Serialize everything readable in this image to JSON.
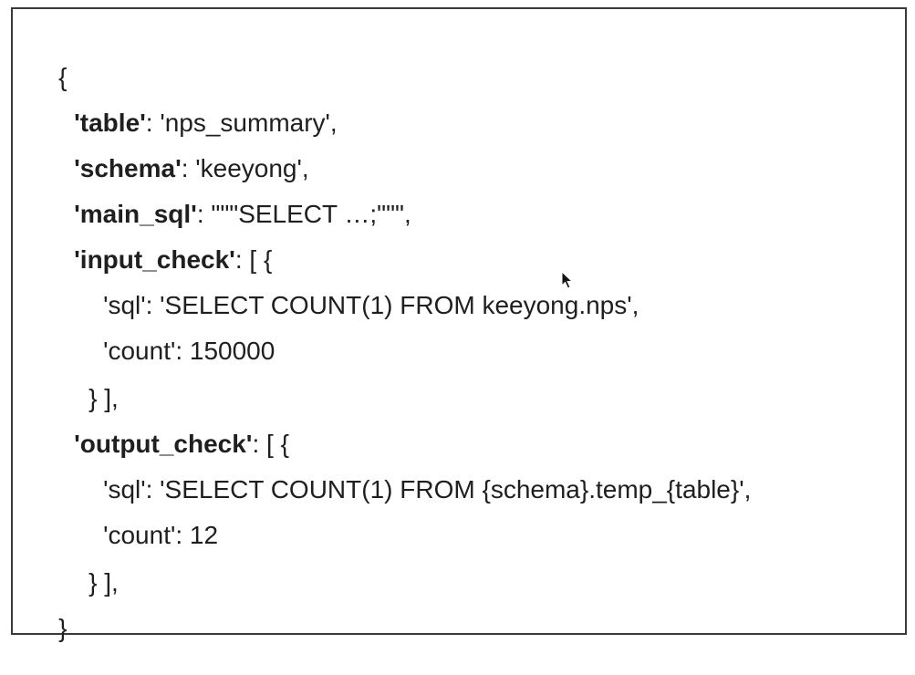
{
  "lines": {
    "l1": "{",
    "l2_key": "'table'",
    "l2_rest": ": 'nps_summary',",
    "l3_key": "'schema'",
    "l3_rest": ": 'keeyong',",
    "l4_key": "'main_sql'",
    "l4_rest": ": \"\"\"SELECT …;\"\"\",",
    "l5_key": "'input_check'",
    "l5_rest": ": [ {",
    "l6": "'sql': 'SELECT COUNT(1) FROM keeyong.nps',",
    "l7": "'count': 150000",
    "l8": "} ],",
    "l9_key": "'output_check'",
    "l9_rest": ": [ {",
    "l10": "'sql': 'SELECT COUNT(1) FROM {schema}.temp_{table}',",
    "l11": "'count': 12",
    "l12": "} ],",
    "l13": "}"
  },
  "icons": {
    "cursor": "mouse-pointer-icon"
  },
  "colors": {
    "text": "#1f1f1f",
    "border": "#3a3a3a",
    "background": "#ffffff"
  }
}
